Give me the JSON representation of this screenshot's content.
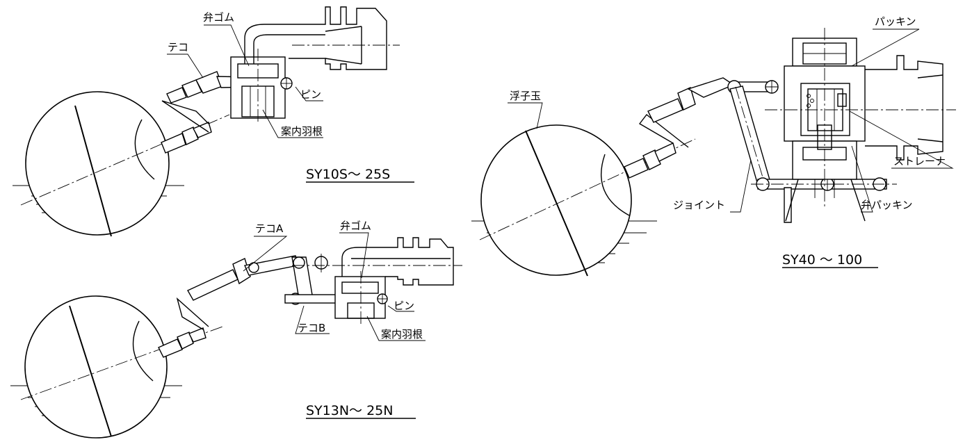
{
  "labels": {
    "a_ben_gomu": "弁ゴム",
    "a_teko": "テコ",
    "a_pin": "ピン",
    "a_annai_hane": "案内羽根",
    "a_model": "SY10S～ 25S",
    "b_teko_a": "テコA",
    "b_ben_gomu": "弁ゴム",
    "b_pin": "ピン",
    "b_teko_b": "テコB",
    "b_annai_hane": "案内羽根",
    "b_model": "SY13N～ 25N",
    "c_packing": "パッキン",
    "c_ukidama": "浮子玉",
    "c_strainer": "ストレーナ",
    "c_joint": "ジョイント",
    "c_ben_packing": "弁パッキン",
    "c_model": "SY40 ～ 100"
  }
}
